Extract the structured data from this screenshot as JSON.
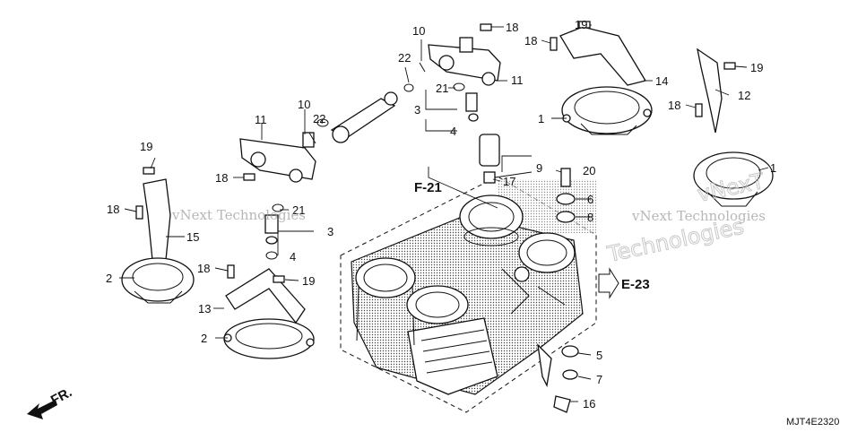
{
  "callouts": {
    "c1_right": "1",
    "c1_top": "1",
    "c2_upper": "2",
    "c2_lower": "2",
    "c3_upper": "3",
    "c3_lower": "3",
    "c4_upper": "4",
    "c4_lower": "4",
    "c5": "5",
    "c6": "6",
    "c7": "7",
    "c8": "8",
    "c9": "9",
    "c10_left": "10",
    "c10_top": "10",
    "c11_left": "11",
    "c11_top": "11",
    "c12": "12",
    "c13": "13",
    "c14": "14",
    "c15": "15",
    "c16": "16",
    "c17": "17",
    "c18_top": "18",
    "c18_topleft": "18",
    "c18_right": "18",
    "c18_left": "18",
    "c18_leftmid": "18",
    "c18_low": "18",
    "c19_top": "19",
    "c19_right": "19",
    "c19_left": "19",
    "c19_low": "19",
    "c20": "20",
    "c21_top": "21",
    "c21_mid": "21",
    "c22_top": "22",
    "c22_left": "22"
  },
  "refs": {
    "f21": "F-21",
    "e23": "E-23",
    "fr": "FR."
  },
  "watermarks": {
    "left": "vNext Technologies",
    "right": "vNext Technologies",
    "right_big_1": "vNexT",
    "right_big_2": "Technologies"
  },
  "diagram_code": "MJT4E2320"
}
